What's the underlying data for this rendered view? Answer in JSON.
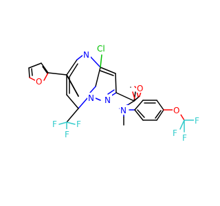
{
  "atoms": [
    {
      "text": "O",
      "color": "#ff0000"
    },
    {
      "text": "N",
      "color": "#0000ff"
    },
    {
      "text": "Cl",
      "color": "#00c000"
    },
    {
      "text": "O",
      "color": "#ff0000"
    },
    {
      "text": "N",
      "color": "#0000ff"
    },
    {
      "text": "N",
      "color": "#0000ff"
    },
    {
      "text": "N",
      "color": "#0000ff"
    },
    {
      "text": "O",
      "color": "#ff0000"
    },
    {
      "text": "F",
      "color": "#33cccc"
    },
    {
      "text": "F",
      "color": "#33cccc"
    },
    {
      "text": "F",
      "color": "#33cccc"
    },
    {
      "text": "F",
      "color": "#33cccc"
    },
    {
      "text": "F",
      "color": "#33cccc"
    },
    {
      "text": "F",
      "color": "#33cccc"
    }
  ]
}
